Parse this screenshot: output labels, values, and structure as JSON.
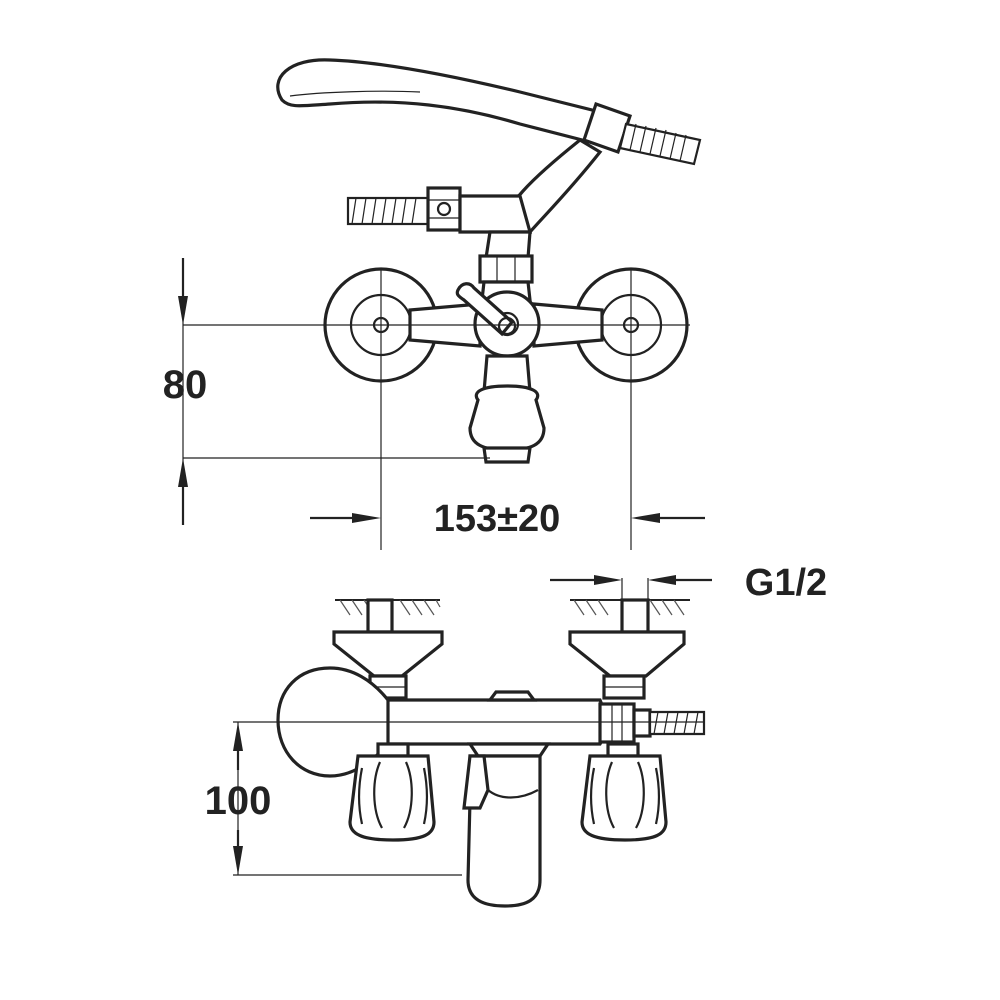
{
  "dimensions": {
    "height_top": "80",
    "spacing": "153±20",
    "thread": "G1/2",
    "height_bottom": "100"
  },
  "colors": {
    "line": "#222222",
    "background": "#ffffff"
  }
}
